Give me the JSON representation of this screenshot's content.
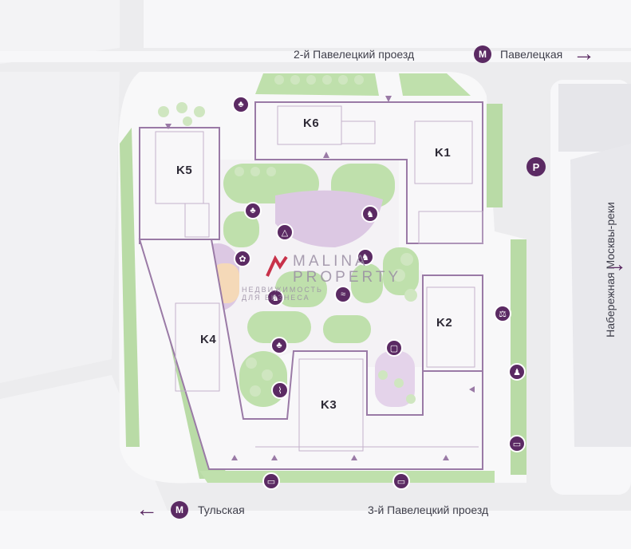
{
  "streets": {
    "top": "2-й Павелецкий проезд",
    "bottom": "3-й Павелецкий проезд",
    "right": "Набережная Москвы-реки"
  },
  "metro": {
    "top": {
      "symbol": "M",
      "name": "Павелецкая"
    },
    "bottom": {
      "symbol": "M",
      "name": "Тульская"
    }
  },
  "parking": "P",
  "buildings": [
    "K1",
    "K2",
    "K3",
    "K4",
    "K5",
    "K6"
  ],
  "watermark": {
    "line1": "MALINA PROPERTY",
    "line2": "НЕДВИЖИМОСТЬ ДЛЯ БИЗНЕСА"
  },
  "arrows": {
    "right": "→",
    "left": "←"
  },
  "icons": {
    "tree": "♣",
    "shapes": "△",
    "flower": "✿",
    "rocking": "♞",
    "water": "≈",
    "sun": "☀",
    "lounger": "⌇",
    "cafe": "▢",
    "gym": "⚖",
    "chess": "♟",
    "bench": "▭"
  },
  "colors": {
    "accent": "#5b2a63",
    "outline": "#9a7aa6",
    "green": "#b8dba4",
    "pink": "#dcc8e3"
  }
}
